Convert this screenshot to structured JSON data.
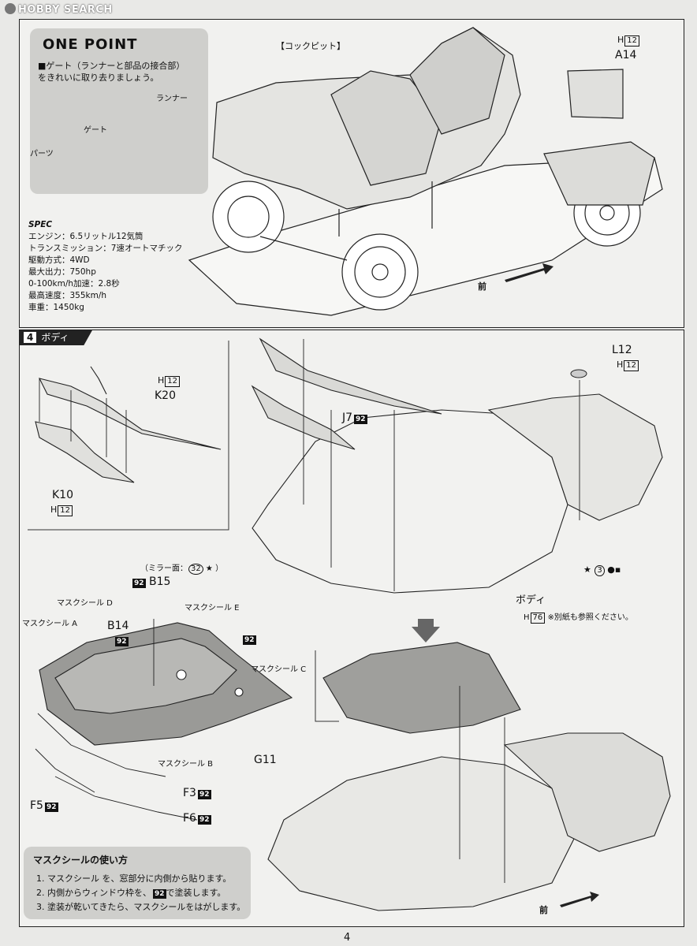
{
  "watermark": "HOBBY SEARCH",
  "onepoint": {
    "title": "ONE POINT",
    "line1": "■ゲート（ランナーと部品の接合部）",
    "line2": "をきれいに取り去りましょう。",
    "label_runner": "ランナー",
    "label_gate": "ゲート",
    "label_parts": "パーツ"
  },
  "spec": {
    "heading": "SPEC",
    "lines": [
      "エンジン：6.5リットル12気筒",
      "トランスミッション：7速オートマチック",
      "駆動方式：4WD",
      "最大出力：750hp",
      "0-100km/h加速：2.8秒",
      "最高速度：355km/h",
      "車重：1450kg"
    ]
  },
  "top": {
    "cockpit": "【コックピット】",
    "a14_code": "H",
    "a14_num": "12",
    "a14": "A14",
    "front": "前"
  },
  "section4": {
    "number": "4",
    "title": "ボディ"
  },
  "parts": {
    "k20_h": "H",
    "k20_hn": "12",
    "k20": "K20",
    "k10": "K10",
    "k10_h": "H",
    "k10_hn": "12",
    "j7": "J7",
    "j7_p": "92",
    "l12": "L12",
    "l12_h": "H",
    "l12_hn": "12",
    "mirror": "（ミラー面：",
    "mirror_n": "32",
    "mirror_end": "）",
    "b15_p": "92",
    "b15": "B15",
    "b14": "B14",
    "b14_p": "92",
    "seal_d": "マスクシール D",
    "seal_a": "マスクシール A",
    "seal_e": "マスクシール E",
    "seal_c": "マスクシール C",
    "seal_b": "マスクシール B",
    "g11": "G11",
    "g_p": "92",
    "f3": "F3",
    "f3_p": "92",
    "f5": "F5",
    "f5_p": "92",
    "f6": "F6",
    "f6_p": "92",
    "body": "ボディ",
    "body_h": "H",
    "body_hn": "76",
    "body_note": "※別紙も参照ください。",
    "body_n": "3",
    "front2": "前"
  },
  "usage": {
    "title": "マスクシールの使い方",
    "s1": "1. マスクシール を、窓部分に内側から貼ります。",
    "s2a": "2. 内側からウィンドウ枠を、",
    "s2p": "92",
    "s2b": "で塗装します。",
    "s3": "3. 塗装が乾いてきたら、マスクシールをはがします。"
  },
  "page_number": "4"
}
